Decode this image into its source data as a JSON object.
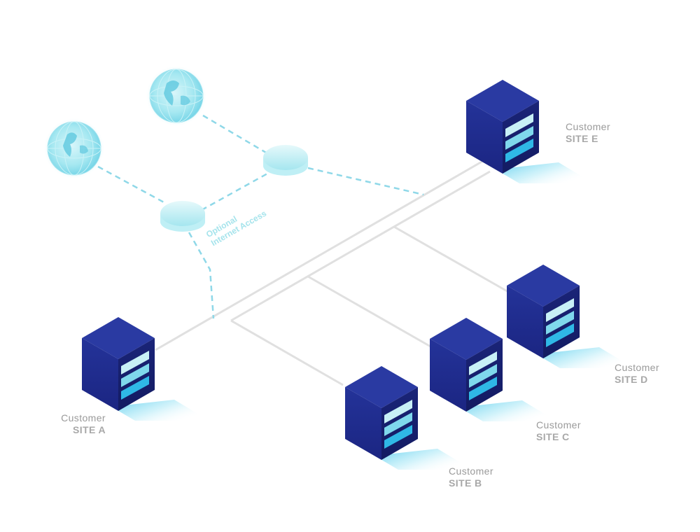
{
  "sites": [
    {
      "id": "a",
      "line1": "Customer",
      "line2": "SITE A"
    },
    {
      "id": "b",
      "line1": "Customer",
      "line2": "SITE B"
    },
    {
      "id": "c",
      "line1": "Customer",
      "line2": "SITE C"
    },
    {
      "id": "d",
      "line1": "Customer",
      "line2": "SITE D"
    },
    {
      "id": "e",
      "line1": "Customer",
      "line2": "SITE E"
    }
  ],
  "internet_label": {
    "line1": "Optional",
    "line2": "Internet Access"
  },
  "colors": {
    "server_top": "#2a3a9e",
    "server_front": "#1e2a8a",
    "server_side": "#161f6e",
    "stripe_light": "#c8f0f6",
    "stripe_mid": "#7fd8ec",
    "stripe_dark": "#2fb8e6",
    "network_line": "#e2e2e2",
    "internet_line": "#8fd8e8",
    "globe": "#8ee0ee",
    "label_text": "#9a9a9a"
  },
  "icons": [
    "server-icon",
    "globe-icon",
    "router-icon"
  ]
}
